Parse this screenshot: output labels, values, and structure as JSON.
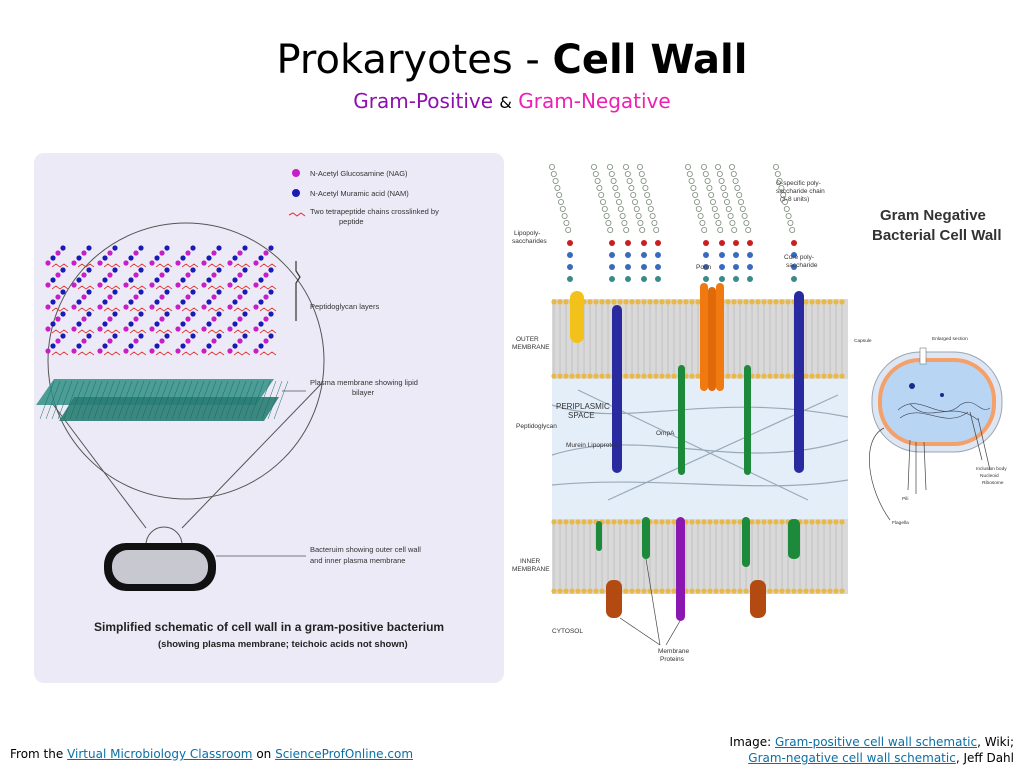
{
  "title": {
    "part1": "Prokaryotes - ",
    "part2": "Cell Wall"
  },
  "subtitle": {
    "positive": "Gram-Positive",
    "amp": "&",
    "negative": "Gram-Negative"
  },
  "gram_positive_figure": {
    "legend_nag": "N-Acetyl Glucosamine (NAG)",
    "legend_nam": "N-Acetyl Muramic acid (NAM)",
    "legend_chain_1": "Two tetrapeptide chains crosslinked by",
    "legend_chain_2": "peptide",
    "label_peptidoglycan": "Peptidoglycan layers",
    "label_plasma_1": "Plasma membrane showing lipid",
    "label_plasma_2": "bilayer",
    "label_bacterium_1": "Bacteruim showing outer cell wall",
    "label_bacterium_2": "and inner plasma membrane",
    "caption_1": "Simplified schematic of cell wall in a gram-positive bacterium",
    "caption_2": "(showing plasma membrane; teichoic acids not shown)",
    "colors": {
      "nag": "#c81ec8",
      "nam": "#1a1ab4",
      "membrane": "#2a8c82",
      "background": "#eceaf6"
    }
  },
  "gram_negative_figure": {
    "label_lps_1": "Lipopoly-",
    "label_lps_2": "saccharides",
    "label_o_1": "O-specific poly-",
    "label_o_2": "saccharide chain",
    "label_o_3": "(3-8 units)",
    "label_core_1": "Core poly-",
    "label_core_2": "saccharide",
    "label_porin": "Porin",
    "label_outer_1": "OUTER",
    "label_outer_2": "MEMBRANE",
    "label_periplasmic_1": "PERIPLASMIC",
    "label_periplasmic_2": "SPACE",
    "label_peptidoglycan": "Peptidoglycan",
    "label_murein": "Murein Lipoprotein",
    "label_ompa": "OmpA",
    "label_inner_1": "INNER",
    "label_inner_2": "MEMBRANE",
    "label_cytosol": "CYTOSOL",
    "label_membrane_proteins_1": "Membrane",
    "label_membrane_proteins_2": "Proteins"
  },
  "gram_negative_cell": {
    "title_1": "Gram Negative",
    "title_2": "Bacterial Cell Wall",
    "label_capsule": "Capsule",
    "label_enlarged": "Enlarged section",
    "label_inclusion": "Inclusion body",
    "label_nucleoid": "Nucleoid",
    "label_ribosome": "Ribosome",
    "label_pili": "Pili",
    "label_flagella": "Flagella"
  },
  "footer": {
    "from_prefix": "From the ",
    "link_classroom": "Virtual Microbiology Classroom",
    "on_text": " on ",
    "link_site": "ScienceProfOnline.com",
    "image_prefix": "Image: ",
    "link_gp": "Gram-positive cell wall schematic",
    "wiki_text": ", Wiki;",
    "link_gn": "Gram-negative cell wall schematic",
    "author_text": ", Jeff Dahl"
  }
}
